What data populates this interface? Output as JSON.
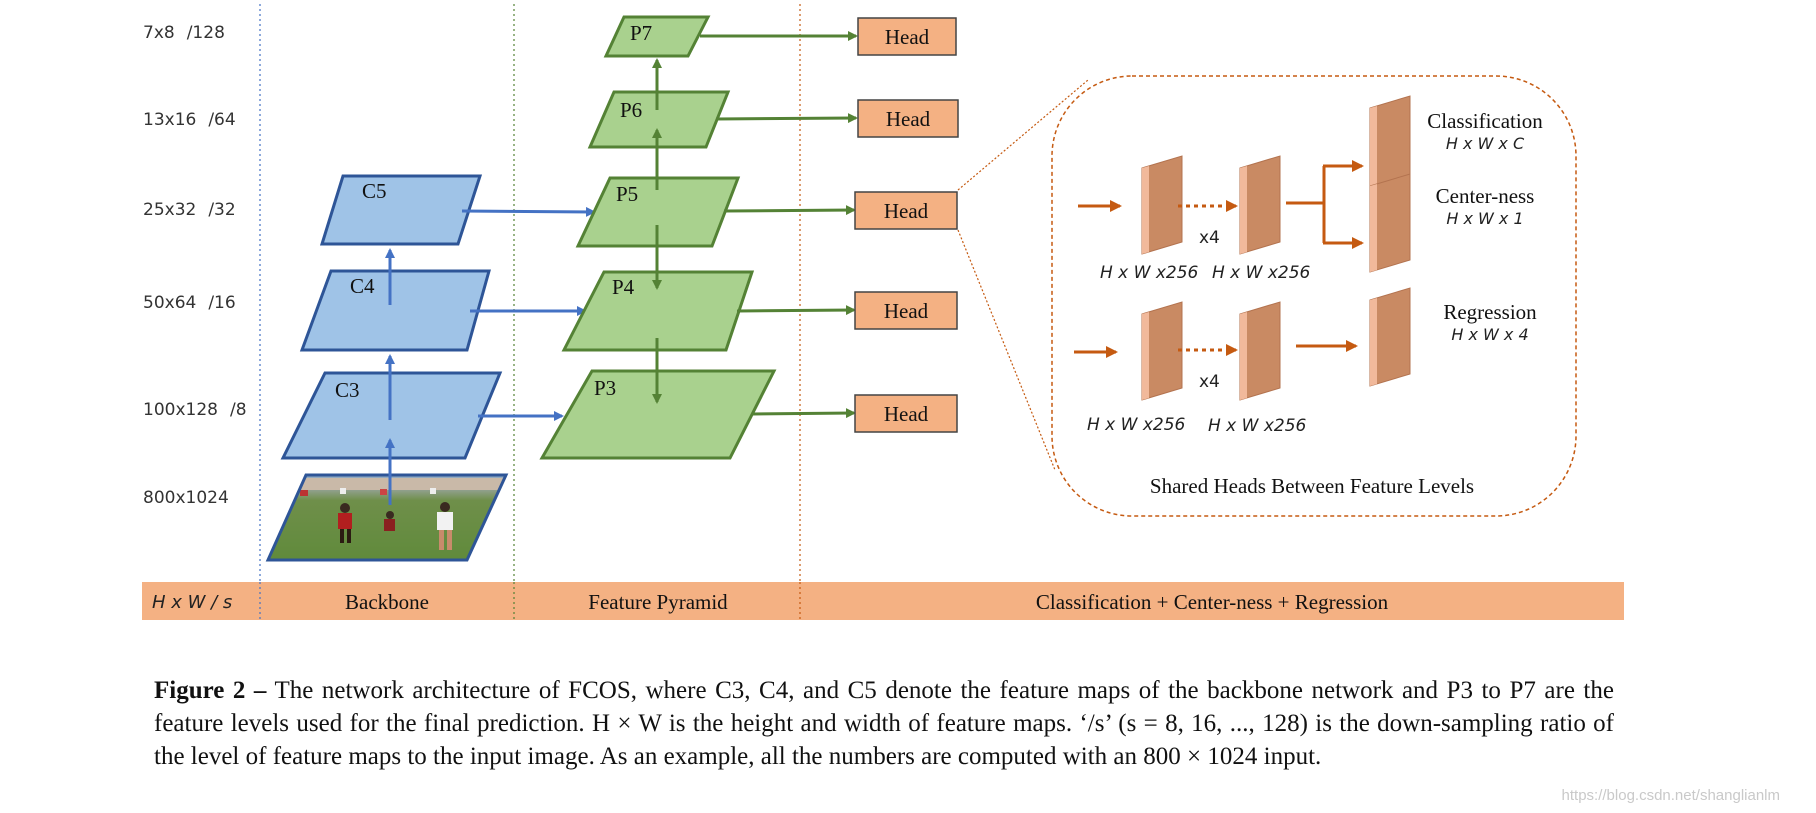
{
  "scales": [
    {
      "size": "7x8",
      "stride": "/128"
    },
    {
      "size": "13x16",
      "stride": "/64"
    },
    {
      "size": "25x32",
      "stride": "/32"
    },
    {
      "size": "50x64",
      "stride": "/16"
    },
    {
      "size": "100x128",
      "stride": "/8"
    },
    {
      "size": "800x1024",
      "stride": ""
    }
  ],
  "backbone_levels": [
    "C5",
    "C4",
    "C3"
  ],
  "pyramid_levels": [
    "P7",
    "P6",
    "P5",
    "P4",
    "P3"
  ],
  "head_label": "Head",
  "footer": {
    "scale_header": "H x W  / s",
    "backbone": "Backbone",
    "feature_pyramid": "Feature Pyramid",
    "heads": "Classification + Center-ness + Regression"
  },
  "shared_heads": {
    "title": "Shared Heads Between Feature Levels",
    "classification": "Classification",
    "classification_dims": "H x W x C",
    "centerness": "Center-ness",
    "centerness_dims": "H x W x 1",
    "regression": "Regression",
    "regression_dims": "H x W x 4",
    "feature_dims": "H x W x256",
    "repeat": "x4"
  },
  "colors": {
    "blue_fill": "#9fc3e7",
    "blue_stroke": "#2e5597",
    "blue_arrow": "#4472c4",
    "green_fill": "#a9d18e",
    "green_stroke": "#548235",
    "head_fill": "#f4b183",
    "orange_arrow": "#c55a11",
    "block_fill": "#d39a78",
    "footer_fill": "#f4b183"
  },
  "caption": {
    "label": "Figure 2 –",
    "text": "The network architecture of FCOS, where C3, C4, and C5 denote the feature maps of the backbone network and P3 to P7 are the feature levels used for the final prediction.  H × W is the height and width of feature maps.  ‘/s’ (s = 8, 16, ..., 128) is the down-sampling ratio of the level of feature maps to the input image. As an example, all the numbers are computed with an 800 × 1024 input."
  },
  "watermark": "https://blog.csdn.net/shanglianlm"
}
